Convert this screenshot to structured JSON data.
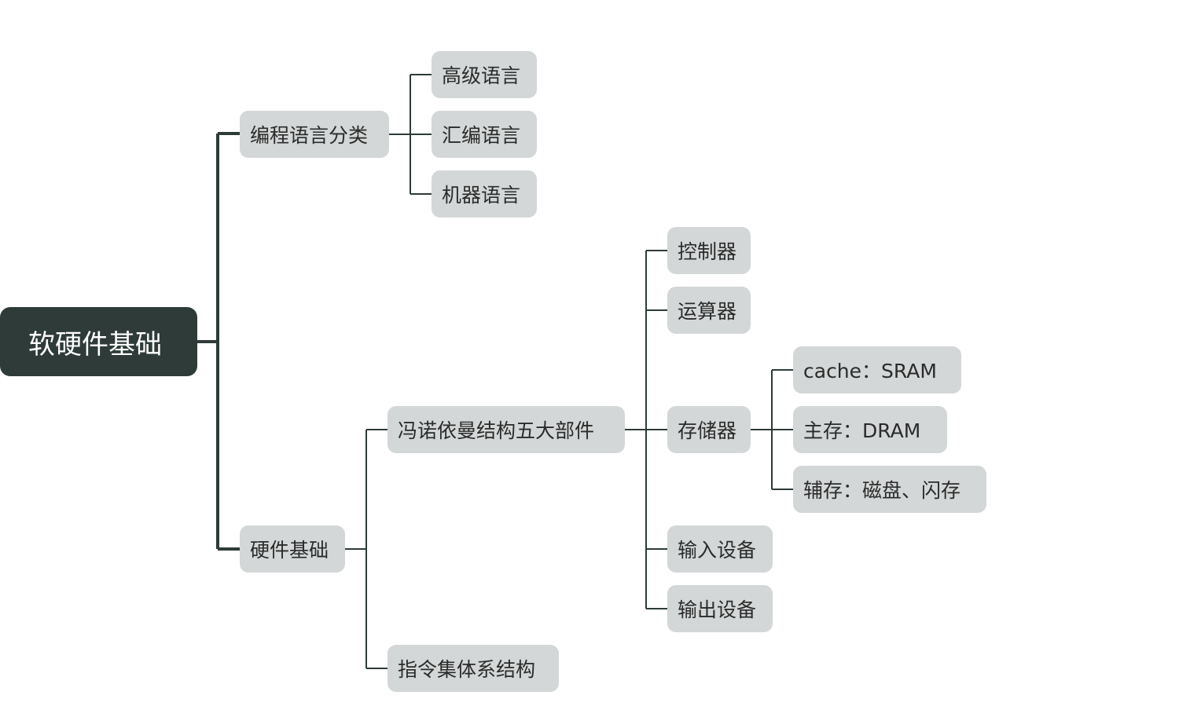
{
  "mindmap": {
    "root": {
      "label": "软硬件基础",
      "children": [
        {
          "label": "编程语言分类",
          "children": [
            {
              "label": "高级语言"
            },
            {
              "label": "汇编语言"
            },
            {
              "label": "机器语言"
            }
          ]
        },
        {
          "label": "硬件基础",
          "children": [
            {
              "label": "冯诺依曼结构五大部件",
              "children": [
                {
                  "label": "控制器"
                },
                {
                  "label": "运算器"
                },
                {
                  "label": "存储器",
                  "children": [
                    {
                      "label": "cache：SRAM"
                    },
                    {
                      "label": "主存：DRAM"
                    },
                    {
                      "label": "辅存：磁盘、闪存"
                    }
                  ]
                },
                {
                  "label": "输入设备"
                },
                {
                  "label": "输出设备"
                }
              ]
            },
            {
              "label": "指令集体系结构"
            }
          ]
        }
      ]
    },
    "colors": {
      "root_fill": "#2e3b38",
      "node_fill": "#d4d7d7",
      "connector": "#2e3b38"
    }
  }
}
